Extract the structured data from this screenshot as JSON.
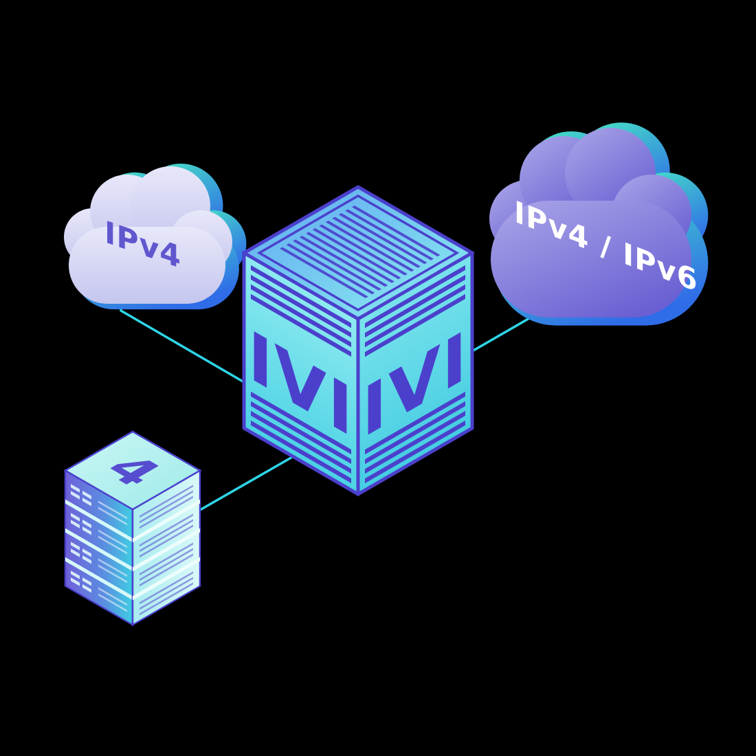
{
  "diagram": {
    "title": "ivi-ipv4-ipv6-translation-illustration",
    "ipv4_cloud": {
      "label": "IPv4"
    },
    "dual_stack_cloud": {
      "label": "IPv4 / IPv6"
    },
    "ivi_box": {
      "left_face_label": "IVI",
      "right_face_label": "IVI"
    },
    "server_stack": {
      "label": "4"
    },
    "colors": {
      "background": "#000000",
      "connection_line": "#2ed5e6",
      "indigo_detail": "#4b40cc",
      "accent_teal": "#49ecc2",
      "accent_blue": "#2f6ce8",
      "left_cloud_body": "#d9daf3",
      "right_cloud_body": "#8c85dd",
      "cube_face": "#5fd9e7",
      "stack_top": "#b7f3f1"
    }
  }
}
